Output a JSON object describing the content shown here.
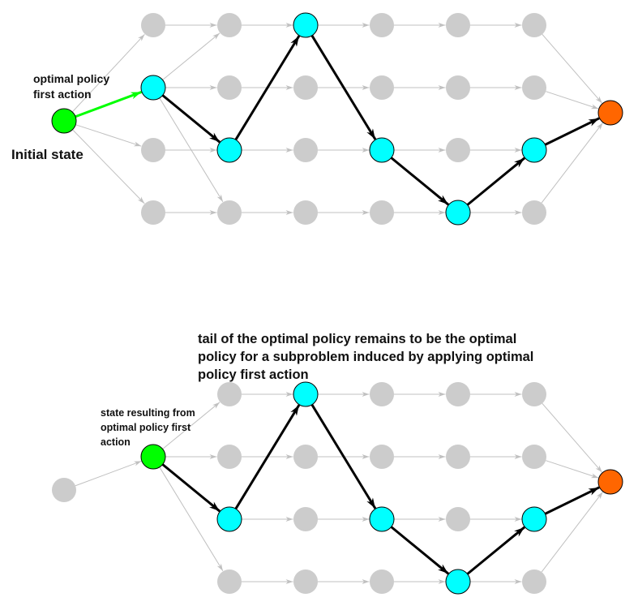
{
  "top_diagram": {
    "action_label": [
      "optimal policy",
      "first action"
    ],
    "initial_label": "Initial state",
    "initial_node": "green",
    "first_layer_rows": [
      0,
      1,
      2,
      3
    ],
    "path_rows": [
      1,
      2,
      0,
      2,
      3,
      2
    ],
    "first_action_edge": "green"
  },
  "bottom_diagram": {
    "title": [
      "tail of the optimal policy remains to be the optimal",
      "policy for a subproblem induced by applying optimal",
      "policy first action"
    ],
    "state_label": [
      "state resulting from",
      "optimal policy first",
      "action"
    ],
    "initial_node": "gray",
    "first_layer_rows": [
      1
    ],
    "path_rows": [
      1,
      2,
      0,
      2,
      3,
      2
    ],
    "first_action_edge": "gray"
  },
  "colors": {
    "inactive_node": "#cccccc",
    "path_node": "#00ffff",
    "start_node": "#00ff00",
    "terminal_node": "#ff6600",
    "inactive_edge": "#c0c0c0",
    "path_edge": "#000000",
    "first_action_edge": "#00ff00"
  }
}
